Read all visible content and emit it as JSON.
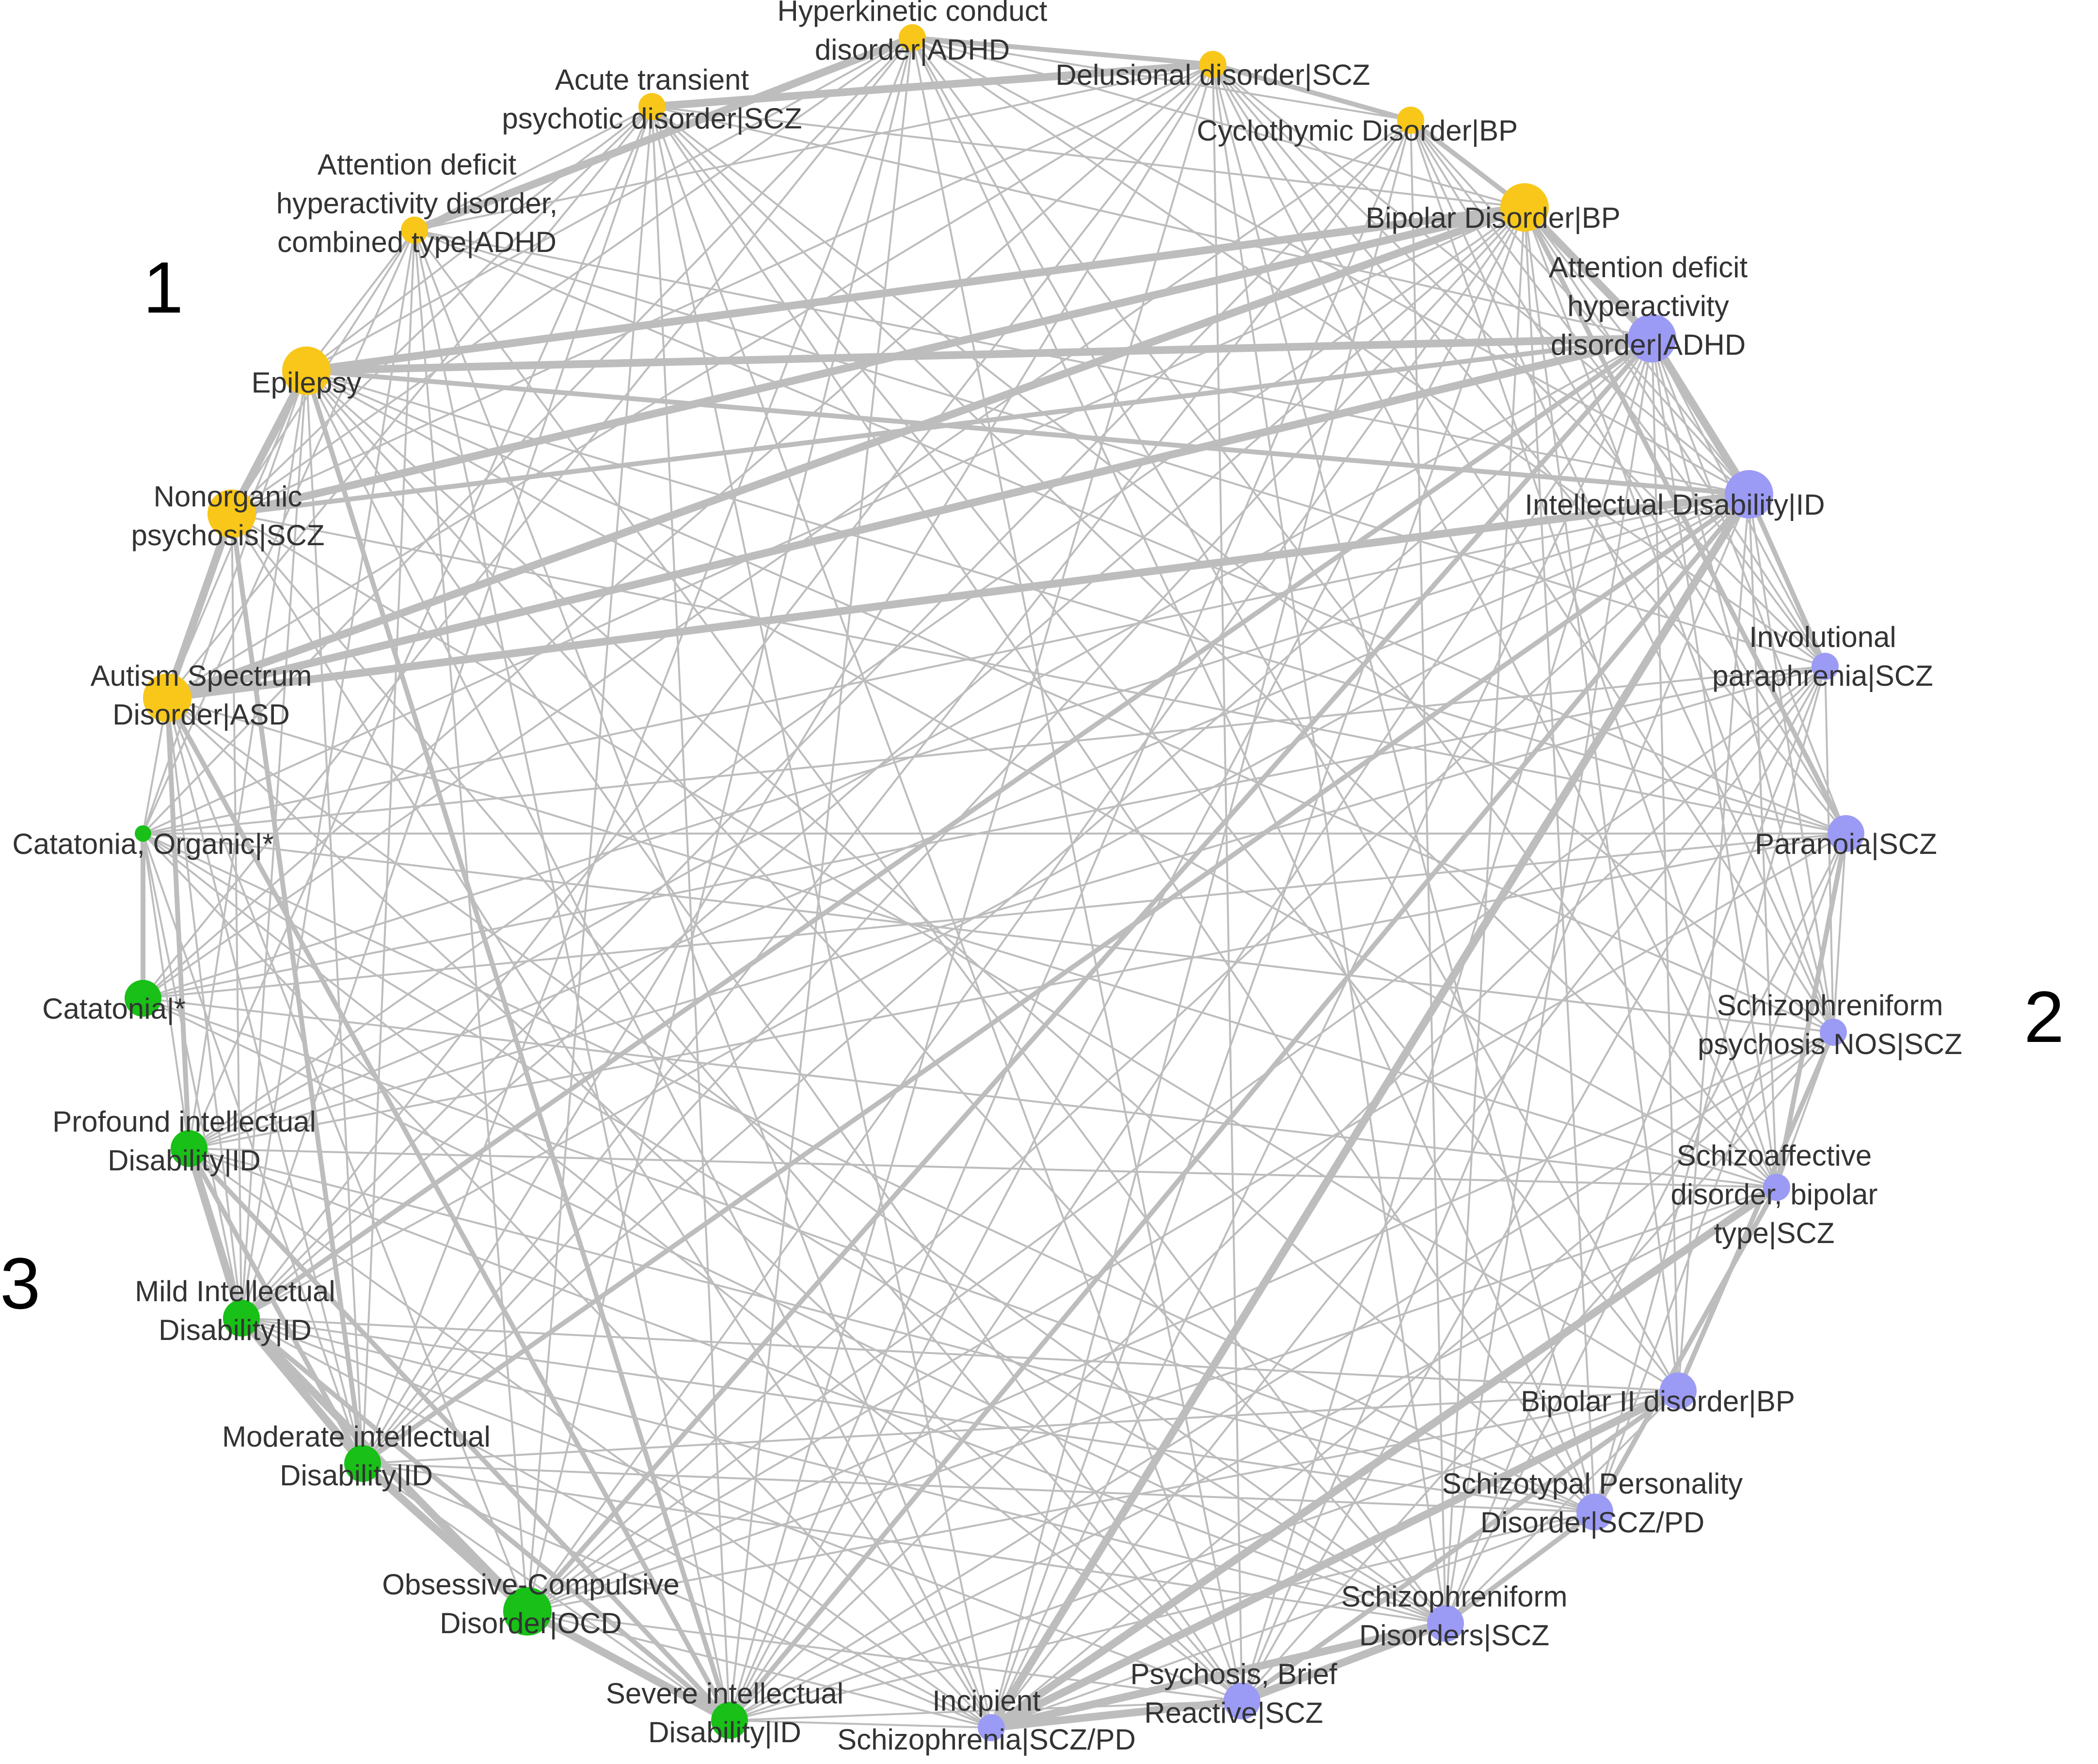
{
  "colors": {
    "cluster_1": "#f8c719",
    "cluster_2": "#9b9bf5",
    "cluster_3": "#18c018",
    "edge": "#bdbdbd"
  },
  "cluster_labels": [
    "1",
    "2",
    "3"
  ],
  "nodes": [
    {
      "id": "hyperkinetic",
      "lines": [
        "Hyperkinetic conduct",
        "disorder|ADHD"
      ],
      "cluster": 1,
      "size": "small"
    },
    {
      "id": "delusional",
      "lines": [
        "Delusional disorder|SCZ"
      ],
      "cluster": 1,
      "size": "small"
    },
    {
      "id": "acute-transient",
      "lines": [
        "Acute transient",
        "psychotic disorder|SCZ"
      ],
      "cluster": 1,
      "size": "small"
    },
    {
      "id": "cyclothymic",
      "lines": [
        "Cyclothymic Disorder|BP"
      ],
      "cluster": 1,
      "size": "small"
    },
    {
      "id": "adhd-combined",
      "lines": [
        "Attention deficit",
        "hyperactivity disorder,",
        "combined type|ADHD"
      ],
      "cluster": 1,
      "size": "small"
    },
    {
      "id": "bipolar",
      "lines": [
        "Bipolar Disorder|BP"
      ],
      "cluster": 1,
      "size": "large"
    },
    {
      "id": "epilepsy",
      "lines": [
        "Epilepsy"
      ],
      "cluster": 1,
      "size": "large"
    },
    {
      "id": "nonorganic",
      "lines": [
        "Nonorganic",
        "psychosis|SCZ"
      ],
      "cluster": 1,
      "size": "large"
    },
    {
      "id": "autism",
      "lines": [
        "Autism Spectrum",
        "Disorder|ASD"
      ],
      "cluster": 1,
      "size": "large"
    },
    {
      "id": "adhd",
      "lines": [
        "Attention deficit",
        "hyperactivity",
        "disorder|ADHD"
      ],
      "cluster": 2,
      "size": "large"
    },
    {
      "id": "intellectual",
      "lines": [
        "Intellectual Disability|ID"
      ],
      "cluster": 2,
      "size": "large"
    },
    {
      "id": "involutional",
      "lines": [
        "Involutional",
        "paraphrenia|SCZ"
      ],
      "cluster": 2,
      "size": "small"
    },
    {
      "id": "paranoia",
      "lines": [
        "Paranoia|SCZ"
      ],
      "cluster": 2,
      "size": "medium"
    },
    {
      "id": "schizophreniform-nos",
      "lines": [
        "Schizophreniform",
        "psychosis NOS|SCZ"
      ],
      "cluster": 2,
      "size": "small"
    },
    {
      "id": "schizoaffective",
      "lines": [
        "Schizoaffective",
        "disorder, bipolar",
        "type|SCZ"
      ],
      "cluster": 2,
      "size": "small"
    },
    {
      "id": "bipolar-2",
      "lines": [
        "Bipolar II disorder|BP"
      ],
      "cluster": 2,
      "size": "medium"
    },
    {
      "id": "schizotypal",
      "lines": [
        "Schizotypal Personality",
        "Disorder|SCZ/PD"
      ],
      "cluster": 2,
      "size": "medium"
    },
    {
      "id": "schizophreniform",
      "lines": [
        "Schizophreniform",
        "Disorders|SCZ"
      ],
      "cluster": 2,
      "size": "medium"
    },
    {
      "id": "psychosis-brief",
      "lines": [
        "Psychosis, Brief",
        "Reactive|SCZ"
      ],
      "cluster": 2,
      "size": "medium"
    },
    {
      "id": "incipient",
      "lines": [
        "Incipient",
        "Schizophrenia|SCZ/PD"
      ],
      "cluster": 2,
      "size": "small"
    },
    {
      "id": "severe-id",
      "lines": [
        "Severe intellectual",
        "Disability|ID"
      ],
      "cluster": 3,
      "size": "medium"
    },
    {
      "id": "ocd",
      "lines": [
        "Obsessive-Compulsive",
        "Disorder|OCD"
      ],
      "cluster": 3,
      "size": "large"
    },
    {
      "id": "moderate-id",
      "lines": [
        "Moderate intellectual",
        "Disability|ID"
      ],
      "cluster": 3,
      "size": "medium"
    },
    {
      "id": "mild-id",
      "lines": [
        "Mild Intellectual",
        "Disability|ID"
      ],
      "cluster": 3,
      "size": "medium"
    },
    {
      "id": "profound-id",
      "lines": [
        "Profound intellectual",
        "Disability|ID"
      ],
      "cluster": 3,
      "size": "medium"
    },
    {
      "id": "catatonia",
      "lines": [
        "Catatonia|*"
      ],
      "cluster": 3,
      "size": "medium"
    },
    {
      "id": "catatonia-organic",
      "lines": [
        "Catatonia, Organic|*"
      ],
      "cluster": 3,
      "size": "tiny"
    }
  ],
  "edges": [
    {
      "source": "adhd-combined",
      "target": "hyperkinetic",
      "weight": 3
    },
    {
      "source": "acute-transient",
      "target": "delusional",
      "weight": 3
    },
    {
      "source": "hyperkinetic",
      "target": "delusional",
      "weight": 2
    },
    {
      "source": "epilepsy",
      "target": "bipolar",
      "weight": 3
    },
    {
      "source": "epilepsy",
      "target": "adhd",
      "weight": 3
    },
    {
      "source": "epilepsy",
      "target": "intellectual",
      "weight": 2
    },
    {
      "source": "nonorganic",
      "target": "bipolar",
      "weight": 3
    },
    {
      "source": "nonorganic",
      "target": "adhd",
      "weight": 2
    },
    {
      "source": "autism",
      "target": "bipolar",
      "weight": 3
    },
    {
      "source": "autism",
      "target": "adhd",
      "weight": 3
    },
    {
      "source": "autism",
      "target": "intellectual",
      "weight": 3
    },
    {
      "source": "epilepsy",
      "target": "nonorganic",
      "weight": 3
    },
    {
      "source": "nonorganic",
      "target": "autism",
      "weight": 3
    },
    {
      "source": "delusional",
      "target": "cyclothymic",
      "weight": 2
    },
    {
      "source": "cyclothymic",
      "target": "bipolar",
      "weight": 2
    },
    {
      "source": "bipolar",
      "target": "adhd",
      "weight": 3
    },
    {
      "source": "adhd",
      "target": "intellectual",
      "weight": 3
    },
    {
      "source": "intellectual",
      "target": "involutional",
      "weight": 2
    },
    {
      "source": "intellectual",
      "target": "incipient",
      "weight": 3
    },
    {
      "source": "intellectual",
      "target": "severe-id",
      "weight": 2
    },
    {
      "source": "intellectual",
      "target": "moderate-id",
      "weight": 2
    },
    {
      "source": "adhd",
      "target": "mild-id",
      "weight": 2
    },
    {
      "source": "adhd",
      "target": "ocd",
      "weight": 2
    },
    {
      "source": "schizoaffective",
      "target": "incipient",
      "weight": 3
    },
    {
      "source": "bipolar-2",
      "target": "incipient",
      "weight": 3
    },
    {
      "source": "bipolar-2",
      "target": "psychosis-brief",
      "weight": 2
    },
    {
      "source": "schizotypal",
      "target": "schizophreniform",
      "weight": 2
    },
    {
      "source": "schizophreniform",
      "target": "psychosis-brief",
      "weight": 3
    },
    {
      "source": "psychosis-brief",
      "target": "incipient",
      "weight": 3
    },
    {
      "source": "schizophreniform",
      "target": "incipient",
      "weight": 3
    },
    {
      "source": "ocd",
      "target": "severe-id",
      "weight": 3
    },
    {
      "source": "moderate-id",
      "target": "ocd",
      "weight": 3
    },
    {
      "source": "mild-id",
      "target": "moderate-id",
      "weight": 3
    },
    {
      "source": "mild-id",
      "target": "ocd",
      "weight": 3
    },
    {
      "source": "profound-id",
      "target": "mild-id",
      "weight": 3
    },
    {
      "source": "profound-id",
      "target": "moderate-id",
      "weight": 2
    },
    {
      "source": "profound-id",
      "target": "severe-id",
      "weight": 2
    },
    {
      "source": "catatonia",
      "target": "catatonia-organic",
      "weight": 2
    },
    {
      "source": "autism",
      "target": "severe-id",
      "weight": 2
    },
    {
      "source": "epilepsy",
      "target": "severe-id",
      "weight": 2
    },
    {
      "source": "nonorganic",
      "target": "moderate-id",
      "weight": 2
    },
    {
      "source": "autism",
      "target": "profound-id",
      "weight": 2
    },
    {
      "source": "mild-id",
      "target": "severe-id",
      "weight": 2
    },
    {
      "source": "bipolar",
      "target": "paranoia",
      "weight": 2
    },
    {
      "source": "paranoia",
      "target": "schizoaffective",
      "weight": 2
    },
    {
      "source": "schizophreniform-nos",
      "target": "bipolar-2",
      "weight": 2
    },
    {
      "source": "schizoaffective",
      "target": "schizotypal",
      "weight": 2
    }
  ]
}
